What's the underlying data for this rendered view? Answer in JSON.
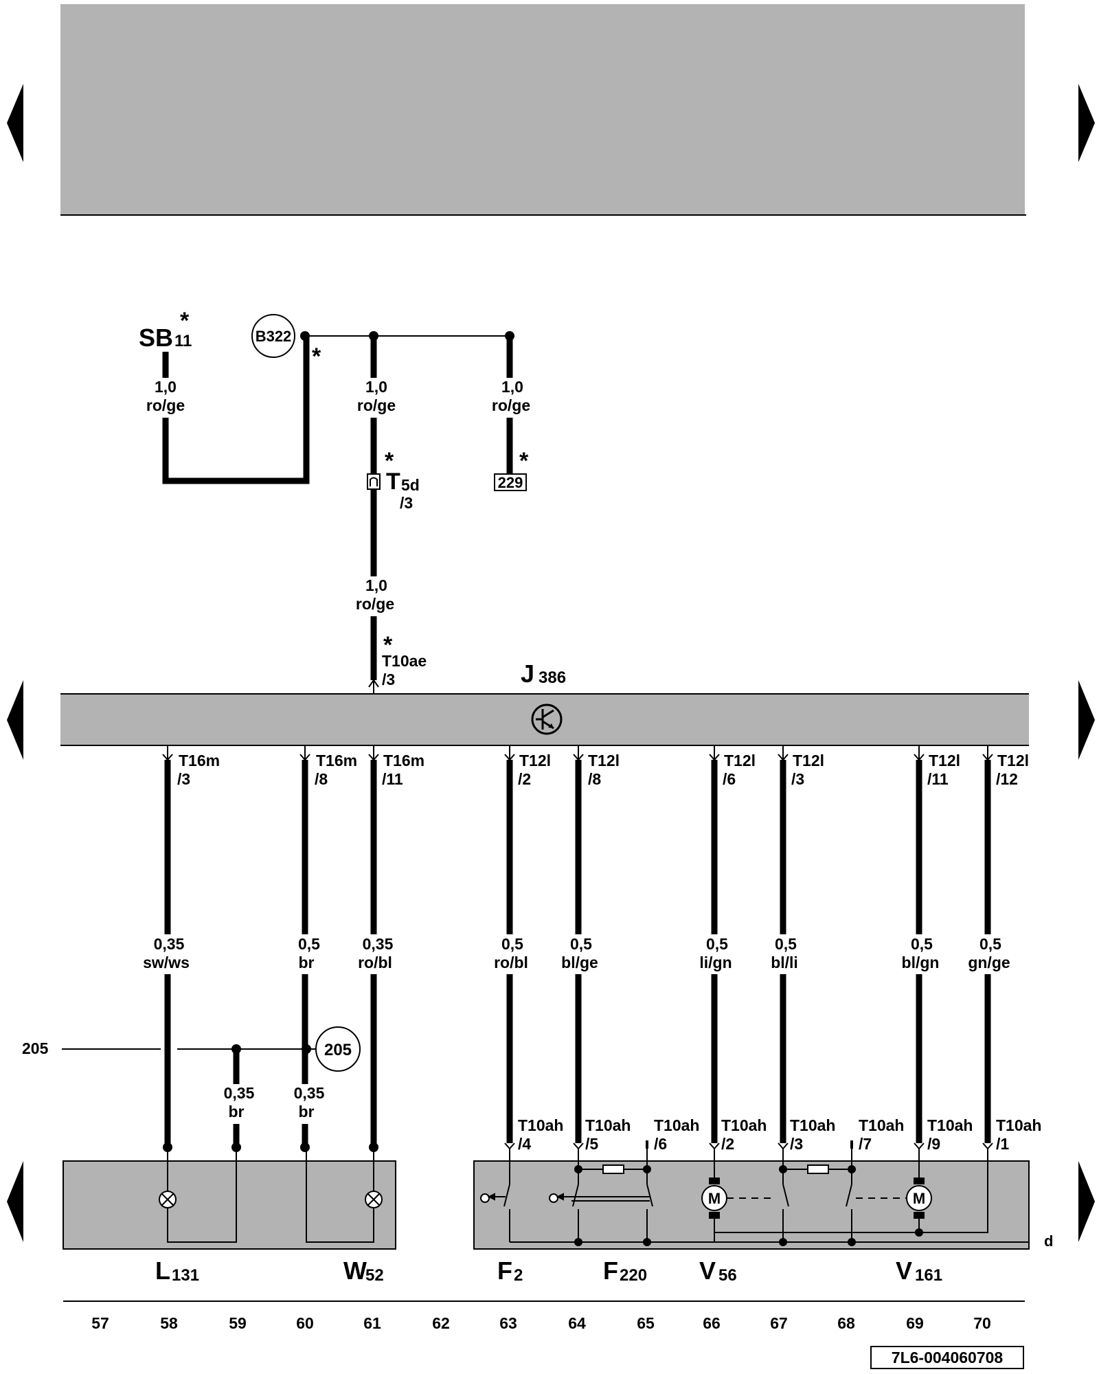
{
  "ground_ref": {
    "number": "205",
    "circle": "205"
  },
  "top_section": {
    "sb": {
      "name": "SB",
      "sub": "11",
      "star": "*"
    },
    "b322": "B322",
    "b322_star": "*",
    "wires": [
      {
        "size": "1,0",
        "color": "ro/ge"
      },
      {
        "size": "1,0",
        "color": "ro/ge"
      },
      {
        "size": "1,0",
        "color": "ro/ge"
      },
      {
        "size": "1,0",
        "color": "ro/ge"
      }
    ],
    "t5d": {
      "star": "*",
      "name": "T",
      "sub": "5d",
      "pin": "/3"
    },
    "ref_229": "229",
    "ref_229_star": "*",
    "t10ae": {
      "star": "*",
      "name": "T10ae",
      "pin": "/3"
    }
  },
  "j386": {
    "name": "J",
    "sub": "386"
  },
  "connectors": [
    {
      "name": "T16m",
      "pin": "/3"
    },
    {
      "name": "T16m",
      "pin": "/8"
    },
    {
      "name": "T16m",
      "pin": "/11"
    },
    {
      "name": "T12l",
      "pin": "/2"
    },
    {
      "name": "T12l",
      "pin": "/8"
    },
    {
      "name": "T12l",
      "pin": "/6"
    },
    {
      "name": "T12l",
      "pin": "/3"
    },
    {
      "name": "T12l",
      "pin": "/11"
    },
    {
      "name": "T12l",
      "pin": "/12"
    }
  ],
  "wire_labels": [
    {
      "size": "0,35",
      "color": "sw/ws"
    },
    {
      "size": "0,5",
      "color": "br"
    },
    {
      "size": "0,35",
      "color": "ro/bl"
    },
    {
      "size": "0,5",
      "color": "ro/bl"
    },
    {
      "size": "0,5",
      "color": "bl/ge"
    },
    {
      "size": "0,5",
      "color": "li/gn"
    },
    {
      "size": "0,5",
      "color": "bl/li"
    },
    {
      "size": "0,5",
      "color": "bl/gn"
    },
    {
      "size": "0,5",
      "color": "gn/ge"
    }
  ],
  "ground_wires": [
    {
      "size": "0,35",
      "color": "br"
    },
    {
      "size": "0,35",
      "color": "br"
    }
  ],
  "t10ah": [
    {
      "name": "T10ah",
      "pin": "/4"
    },
    {
      "name": "T10ah",
      "pin": "/5"
    },
    {
      "name": "T10ah",
      "pin": "/6"
    },
    {
      "name": "T10ah",
      "pin": "/2"
    },
    {
      "name": "T10ah",
      "pin": "/3"
    },
    {
      "name": "T10ah",
      "pin": "/7"
    },
    {
      "name": "T10ah",
      "pin": "/9"
    },
    {
      "name": "T10ah",
      "pin": "/1"
    }
  ],
  "components": [
    {
      "name": "L",
      "sub": "131"
    },
    {
      "name": "W",
      "sub": "52"
    },
    {
      "name": "F",
      "sub": "2"
    },
    {
      "name": "F",
      "sub": "220"
    },
    {
      "name": "V",
      "sub": "56"
    },
    {
      "name": "V",
      "sub": "161"
    }
  ],
  "motor_label": "M",
  "d_label": "d",
  "columns": [
    "57",
    "58",
    "59",
    "60",
    "61",
    "62",
    "63",
    "64",
    "65",
    "66",
    "67",
    "68",
    "69",
    "70"
  ],
  "footer_code": "7L6-004060708",
  "nav": {
    "prev": "previous page",
    "next": "next page"
  },
  "colors": {
    "fill_gray": "#b3b3b3",
    "line": "#000000"
  }
}
